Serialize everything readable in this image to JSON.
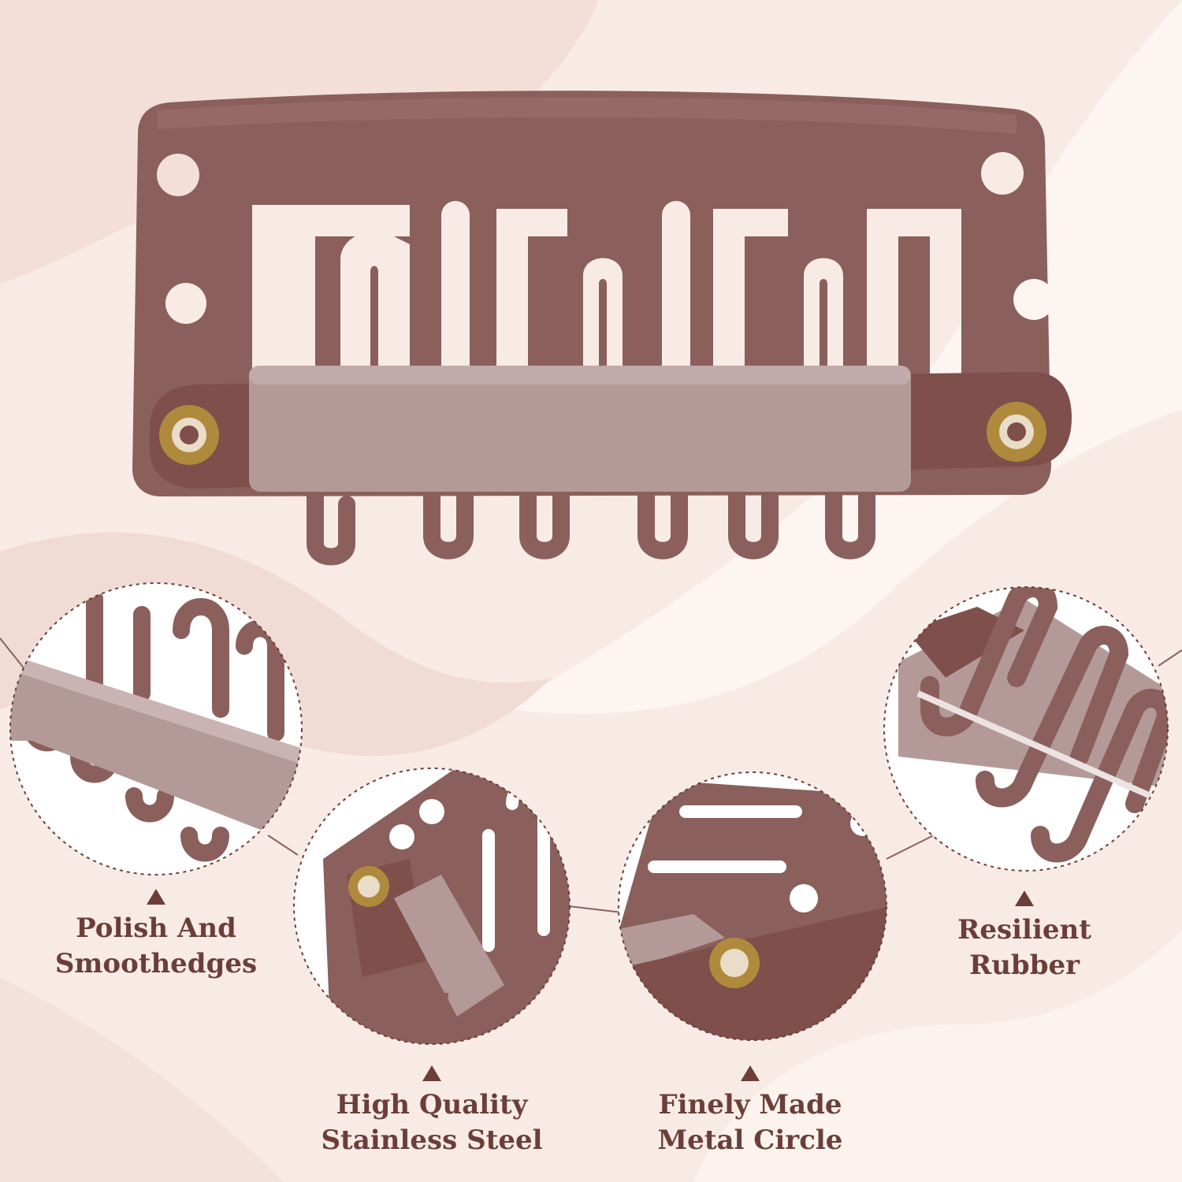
{
  "colors": {
    "background": "#f8ebe6",
    "clip_body": "#8a5f5c",
    "clip_strap": "#7e4f4b",
    "rubber_pad": "#b39a99",
    "eyelet_gold": "#b08a3c",
    "caption_text": "#6b3e3a"
  },
  "features": [
    {
      "name": "polish-and-smooth-edges",
      "line1": "Polish And",
      "line2": "Smoothedges"
    },
    {
      "name": "high-quality-stainless-steel",
      "line1": "High Quality",
      "line2": "Stainless Steel"
    },
    {
      "name": "finely-made-metal-circle",
      "line1": "Finely Made",
      "line2": "Metal Circle"
    },
    {
      "name": "resilient-rubber",
      "line1": "Resilient",
      "line2": "Rubber"
    }
  ],
  "icons": {
    "caption_marker": "triangle-up-icon"
  }
}
